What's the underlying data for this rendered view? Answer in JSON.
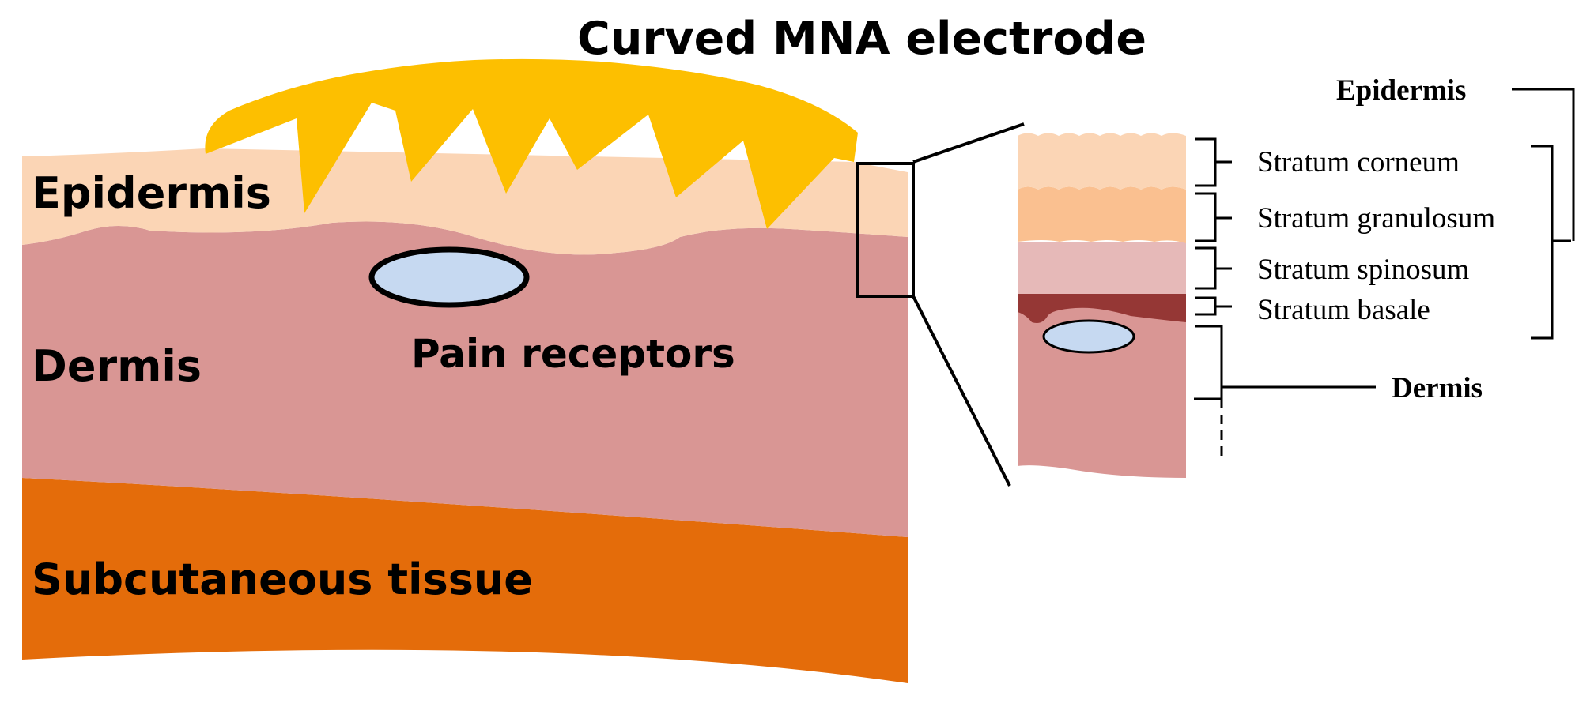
{
  "title": "Curved MNA electrode",
  "main_labels": {
    "epidermis": "Epidermis",
    "dermis": "Dermis",
    "subcutaneous": "Subcutaneous tissue",
    "pain_receptors": "Pain receptors"
  },
  "inset": {
    "epidermis_label": "Epidermis",
    "dermis_label": "Dermis",
    "layers": [
      "Stratum corneum",
      "Stratum granulosum",
      "Stratum spinosum",
      "Stratum basale"
    ]
  },
  "colors": {
    "electrode": "#FDBF00",
    "epidermis": "#FBD5B5",
    "dermis": "#D99694",
    "subcutaneous": "#E46C0A",
    "pain_receptor": "#C6D9F1",
    "stratum_corneum": "#FBD5B5",
    "stratum_granulosum": "#FAC090",
    "stratum_spinosum": "#E6B9B8",
    "stratum_basale": "#953735"
  }
}
